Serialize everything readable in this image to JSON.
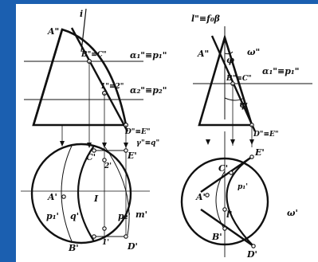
{
  "figure": {
    "left": {
      "labels": {
        "l_axis": "i",
        "A2": "A\"",
        "B2C2": "B\"≡C\"",
        "p1": "1\"≡2\"",
        "alpha1": "α₁\"≡p₁\"",
        "alpha2": "α₂\"≡p₂\"",
        "D2E2": "D\"≡E\"",
        "gamma": "γ\"≡q\"",
        "C1": "C'",
        "E1": "E'",
        "t2": "2'",
        "A1": "A'",
        "I": "I",
        "p1b": "p₁'",
        "q1": "q'",
        "p2": "p₂'",
        "m1": "m'",
        "B1": "B'",
        "t1": "1'",
        "D1": "D'"
      }
    },
    "right": {
      "labels": {
        "l_top": "l\"≡f₀β",
        "phi": "φ",
        "omega2": "ω\"",
        "A2": "A\"",
        "B2C2": "B\"≡C\"",
        "alpha1": "α₁\"≡p₁\"",
        "psi": "ψ",
        "D2E2": "D\"≡E\"",
        "C1": "C'",
        "E1": "E'",
        "p1": "p₁'",
        "A1": "A'",
        "l1": "l'",
        "B1": "B'",
        "omega1": "ω'",
        "D1": "D'"
      }
    }
  }
}
